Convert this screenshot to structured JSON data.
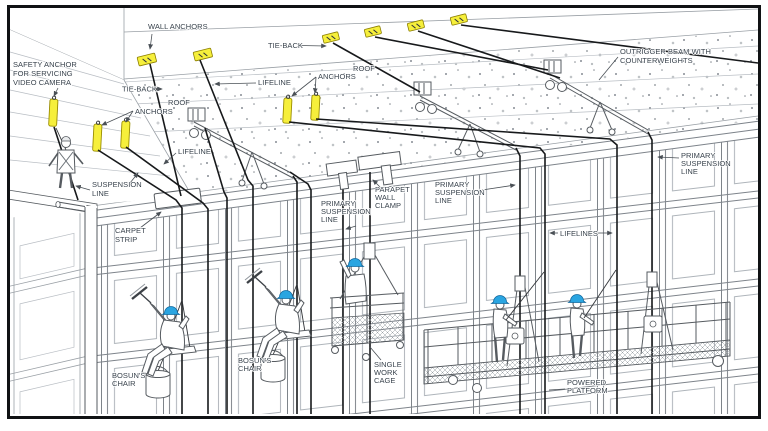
{
  "diagram": {
    "title": "Suspended facade-access equipment diagram",
    "labels": {
      "wall_anchors": "WALL ANCHORS",
      "tie_back_top": "TIE-BACK",
      "tie_back_left": "TIE-BACK",
      "safety_anchor": [
        "SAFETY ANCHOR",
        "FOR SERVICING",
        "VIDEO CAMERA"
      ],
      "roof_anchors_left": [
        "ROOF",
        "ANCHORS"
      ],
      "roof_anchors_right": [
        "ROOF",
        "ANCHORS"
      ],
      "lifeline_top": "LIFELINE",
      "lifeline_left": "LIFELINE",
      "suspension_line": [
        "SUSPENSION",
        "LINE"
      ],
      "carpet_strip": [
        "CARPET",
        "STRIP"
      ],
      "outrigger": [
        "OUTRIGGER BEAM WITH",
        "COUNTERWEIGHTS"
      ],
      "primary_suspension_left": [
        "PRIMARY",
        "SUSPENSION",
        "LINE"
      ],
      "primary_suspension_mid": [
        "PRIMARY",
        "SUSPENSION",
        "LINE"
      ],
      "primary_suspension_right": [
        "PRIMARY",
        "SUSPENSION",
        "LINE"
      ],
      "parapet_wall_clamp": [
        "PARAPET",
        "WALL",
        "CLAMP"
      ],
      "lifelines": "LIFELINES",
      "bosuns_chair_1": [
        "BOSUN'S",
        "CHAIR"
      ],
      "bosuns_chair_2": [
        "BOSUN'S",
        "CHAIR"
      ],
      "single_work_cage": [
        "SINGLE",
        "WORK",
        "CAGE"
      ],
      "powered_platform": [
        "POWERED",
        "PLATFORM"
      ]
    },
    "colors": {
      "label_text": "#39434d",
      "anchor_yellow": "#f6ef3b",
      "hardhat_blue": "#2aa5e1",
      "cable_black": "#17191b",
      "line_gray": "#7d838a",
      "frame": "#101214"
    }
  }
}
